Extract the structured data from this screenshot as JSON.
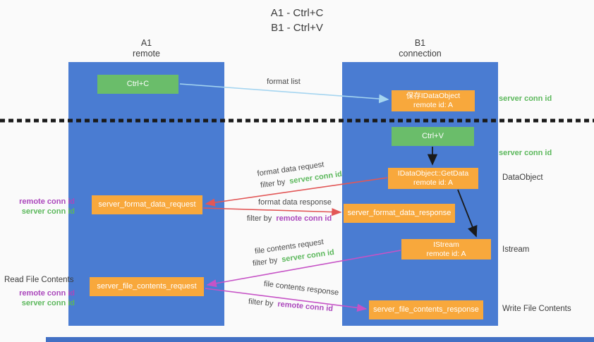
{
  "title": {
    "line1": "A1 - Ctrl+C",
    "line2": "B1 - Ctrl+V"
  },
  "columns": {
    "left": {
      "name": "A1",
      "sub": "remote"
    },
    "right": {
      "name": "B1",
      "sub": "connection"
    }
  },
  "nodes": {
    "ctrl_c": {
      "label": "Ctrl+C"
    },
    "save_dataobject": {
      "line1": "保存IDataObject",
      "line2": "remote id: A"
    },
    "ctrl_v": {
      "label": "Ctrl+V"
    },
    "getdata": {
      "line1": "IDataObject::GetData",
      "line2": "remote id: A"
    },
    "server_format_data_request": {
      "label": "server_format_data_request"
    },
    "server_format_data_response": {
      "label": "server_format_data_response"
    },
    "istream": {
      "line1": "IStream",
      "line2": "remote id: A"
    },
    "server_file_contents_request": {
      "label": "server_file_contents_request"
    },
    "server_file_contents_response": {
      "label": "server_file_contents_response"
    }
  },
  "side_labels": {
    "server_conn_id_top": "server conn id",
    "server_conn_id_mid": "server conn id",
    "dataobject": "DataObject",
    "istream": "Istream",
    "write_file_contents": "Write File Contents",
    "read_file_contents": "Read File Contents",
    "remote_conn_id": "remote conn id",
    "server_conn_id": "server conn id"
  },
  "arrow_labels": {
    "format_list": "format list",
    "format_data_request": "format data request",
    "format_data_response": "format data response",
    "file_contents_request": "file contents request",
    "file_contents_response": "file contents response",
    "filter_by": "filter by",
    "server_conn_id": "server conn id",
    "remote_conn_id": "remote conn id"
  },
  "colors": {
    "column_blue": "#4a7cd2",
    "box_green": "#6abd6a",
    "box_orange": "#f8a83c",
    "text_green": "#5cb85c",
    "text_purple": "#ab47bc",
    "arrow_red": "#e25757",
    "arrow_magenta": "#c653c6",
    "arrow_lightblue": "#a5d5f0",
    "arrow_black": "#1a1a1a",
    "background": "#fafafa"
  }
}
